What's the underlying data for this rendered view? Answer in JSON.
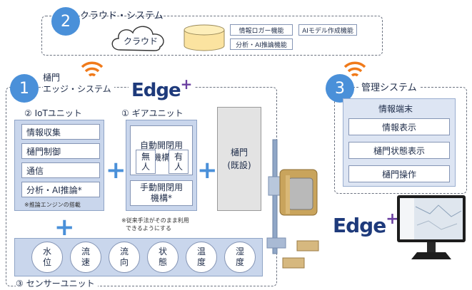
{
  "cloud_system": {
    "number": "2",
    "title": "クラウド・システム",
    "cloud_label": "クラウド",
    "features": [
      "情報ロガー機能",
      "AIモデル作成機能",
      "分析・AI推論機能"
    ]
  },
  "edge_system": {
    "number": "1",
    "title_line1": "樋門",
    "title_line2": "エッジ・システム",
    "logo": "Edge"
  },
  "iot_unit": {
    "title": "② IoTユニット",
    "items": [
      "情報収集",
      "樋門制御",
      "通信",
      "分析・AI推論*"
    ],
    "note": "※推論エンジンの搭載"
  },
  "gear_unit": {
    "title": "① ギアユニット",
    "auto_label_line1": "自動開閉用",
    "auto_label_line2": "機構",
    "unmanned_line1": "無",
    "unmanned_line2": "人",
    "manned_line1": "有",
    "manned_line2": "人",
    "manual_label_line1": "手動開閉用",
    "manual_label_line2": "機構*",
    "note_line1": "※従来手法がそのまま利用",
    "note_line2": "できるようにする"
  },
  "existing_gate": {
    "line1": "樋門",
    "line2": "(既設)"
  },
  "sensor_unit": {
    "title": "③ センサーユニット",
    "sensors": [
      {
        "line1": "水",
        "line2": "位"
      },
      {
        "line1": "流",
        "line2": "速"
      },
      {
        "line1": "流",
        "line2": "向"
      },
      {
        "line1": "状",
        "line2": "態"
      },
      {
        "line1": "温",
        "line2": "度"
      },
      {
        "line1": "湿",
        "line2": "度"
      }
    ]
  },
  "management_system": {
    "number": "3",
    "title": "管理システム",
    "terminal_title": "情報端末",
    "items": [
      "情報表示",
      "樋門状態表示",
      "樋門操作"
    ],
    "logo": "Edge"
  },
  "colors": {
    "accent": "#4a90d9",
    "wifi": "#f07a1a",
    "panel": "#c9d6ec",
    "logo": "#1e3a7b",
    "logo_plus": "#6a3fa0"
  }
}
